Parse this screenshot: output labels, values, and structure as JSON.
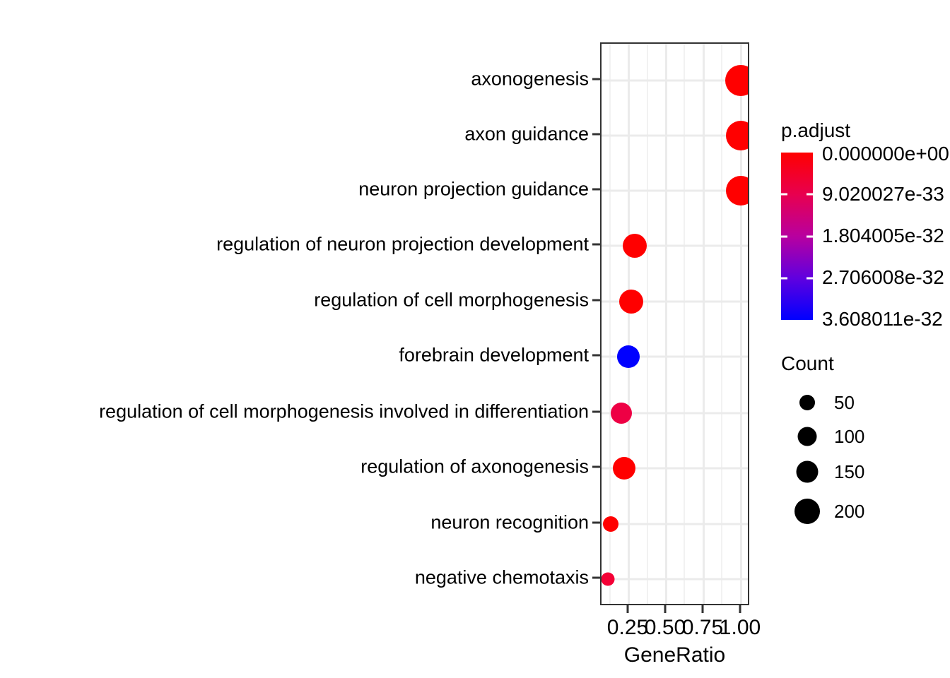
{
  "chart_data": {
    "type": "scatter",
    "title": "",
    "xlabel": "GeneRatio",
    "ylabel": "",
    "xlim": [
      0.13,
      1.07
    ],
    "xticks": [
      0.25,
      0.5,
      0.75,
      1.0
    ],
    "xticklabels": [
      "0.25",
      "0.50",
      "0.75",
      "1.00"
    ],
    "grid": true,
    "categories": [
      "axonogenesis",
      "axon guidance",
      "neuron projection guidance",
      "regulation of neuron projection development",
      "regulation of cell morphogenesis",
      "forebrain development",
      "regulation of cell morphogenesis involved in differentiation",
      "regulation of axonogenesis",
      "neuron recognition",
      "negative chemotaxis"
    ],
    "points": [
      {
        "label": "axonogenesis",
        "gene_ratio": 1.0,
        "count": 215,
        "p_adjust": 0.0,
        "color": "#ff0000",
        "radius": 22
      },
      {
        "label": "axon guidance",
        "gene_ratio": 1.0,
        "count": 200,
        "p_adjust": 0.0,
        "color": "#ff0000",
        "radius": 21
      },
      {
        "label": "neuron projection guidance",
        "gene_ratio": 1.0,
        "count": 200,
        "p_adjust": 0.0,
        "color": "#ff0000",
        "radius": 21
      },
      {
        "label": "regulation of neuron projection development",
        "gene_ratio": 0.3,
        "count": 145,
        "p_adjust": 0.0,
        "color": "#ff0000",
        "radius": 17
      },
      {
        "label": "regulation of cell morphogenesis",
        "gene_ratio": 0.29,
        "count": 140,
        "p_adjust": 0.0,
        "color": "#ff0000",
        "radius": 17
      },
      {
        "label": "forebrain development",
        "gene_ratio": 0.28,
        "count": 125,
        "p_adjust": 3.608011e-32,
        "color": "#0000ff",
        "radius": 16
      },
      {
        "label": "regulation of cell morphogenesis involved in differentiation",
        "gene_ratio": 0.25,
        "count": 115,
        "p_adjust": 4.5e-33,
        "color": "#ee0044",
        "radius": 15
      },
      {
        "label": "regulation of axonogenesis",
        "gene_ratio": 0.26,
        "count": 120,
        "p_adjust": 0.0,
        "color": "#ff0000",
        "radius": 16
      },
      {
        "label": "neuron recognition",
        "gene_ratio": 0.16,
        "count": 60,
        "p_adjust": 0.0,
        "color": "#ff0000",
        "radius": 11
      },
      {
        "label": "negative chemotaxis",
        "gene_ratio": 0.15,
        "count": 45,
        "p_adjust": 2e-33,
        "color": "#f40035",
        "radius": 9
      }
    ],
    "color_legend": {
      "title": "p.adjust",
      "labels": [
        "0.000000e+00",
        "9.020027e-33",
        "1.804005e-32",
        "2.706008e-32",
        "3.608011e-32"
      ],
      "values": [
        0.0,
        9.020027e-33,
        1.804005e-32,
        2.706008e-32,
        3.608011e-32
      ],
      "gradient_top_color": "#ff0000",
      "gradient_bottom_color": "#0000ff"
    },
    "size_legend": {
      "title": "Count",
      "labels": [
        "50",
        "100",
        "150",
        "200"
      ],
      "values": [
        50,
        100,
        150,
        200
      ],
      "radii": [
        11,
        13,
        15,
        17
      ]
    }
  }
}
